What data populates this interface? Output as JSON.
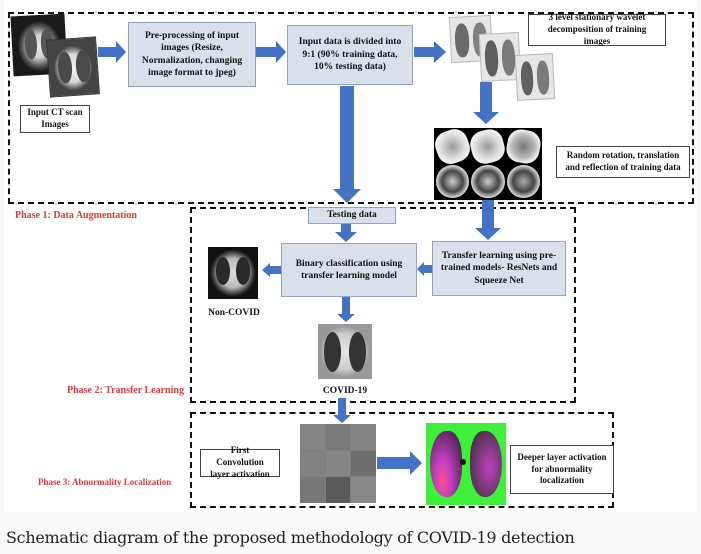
{
  "diagram": {
    "phases": [
      {
        "label": "Phase 1: Data Augmentation"
      },
      {
        "label": "Phase 2: Transfer Learning"
      },
      {
        "label": "Phase 3: Abnormality Localization"
      }
    ],
    "nodes": {
      "input_ct": "Input CT scan Images",
      "preprocessing": "Pre-processing of input images (Resize, Normalization, changing image format to jpeg)",
      "data_split": "Input data is divided into 9:1 (90% training data, 10% testing data)",
      "wavelet": "3 level stationary wavelet decomposition of training images",
      "augmentation": "Random rotation, translation and reflection of training data",
      "testing_data": "Testing data",
      "binary_classification": "Binary classification using transfer learning model",
      "transfer_learning": "Transfer learning using pre-trained models- ResNets and Squeeze Net",
      "non_covid": "Non-COVID",
      "covid": "COVID-19",
      "first_conv": "First Convolution layer activation",
      "deeper_layer": "Deeper layer activation for abnormality localization"
    },
    "colors": {
      "arrow": "#4472c4",
      "process_fill": "#d9e0ea",
      "phase_text": "#e03a3a",
      "heatmap_green": "#3ef03a",
      "heatmap_magenta": "#c040c0"
    }
  },
  "caption": "Schematic diagram of the proposed methodology of COVID-19 detection"
}
